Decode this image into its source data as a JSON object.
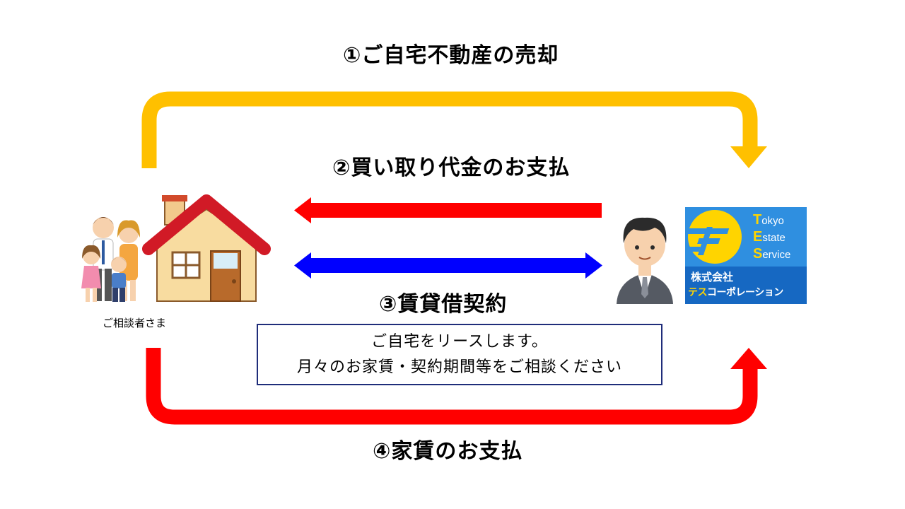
{
  "steps": {
    "step1": "①ご自宅不動産の売却",
    "step2": "②買い取り代金のお支払",
    "step3": "③賃貸借契約",
    "step4": "④家賃のお支払"
  },
  "client": {
    "caption": "ご相談者さま"
  },
  "lease_note": {
    "line1": "ご自宅をリースします。",
    "line2": "月々のお家賃・契約期間等をご相談ください"
  },
  "company_logo": {
    "word1_initial": "T",
    "word1_rest": "okyo",
    "word2_initial": "E",
    "word2_rest": "state",
    "word3_initial": "S",
    "word3_rest": "ervice",
    "company_line1": "株式会社",
    "company_line2_highlight": "テス",
    "company_line2_rest": "コーポレーション"
  },
  "colors": {
    "sale_arrow": "#ffc000",
    "payment_arrow": "#ff0000",
    "lease_arrow": "#0000ff",
    "rent_arrow": "#ff0000",
    "logo_blue": "#2f8fe0",
    "logo_dark_blue": "#1668c2",
    "logo_yellow": "#ffd400",
    "box_border": "#1f2d7a"
  }
}
